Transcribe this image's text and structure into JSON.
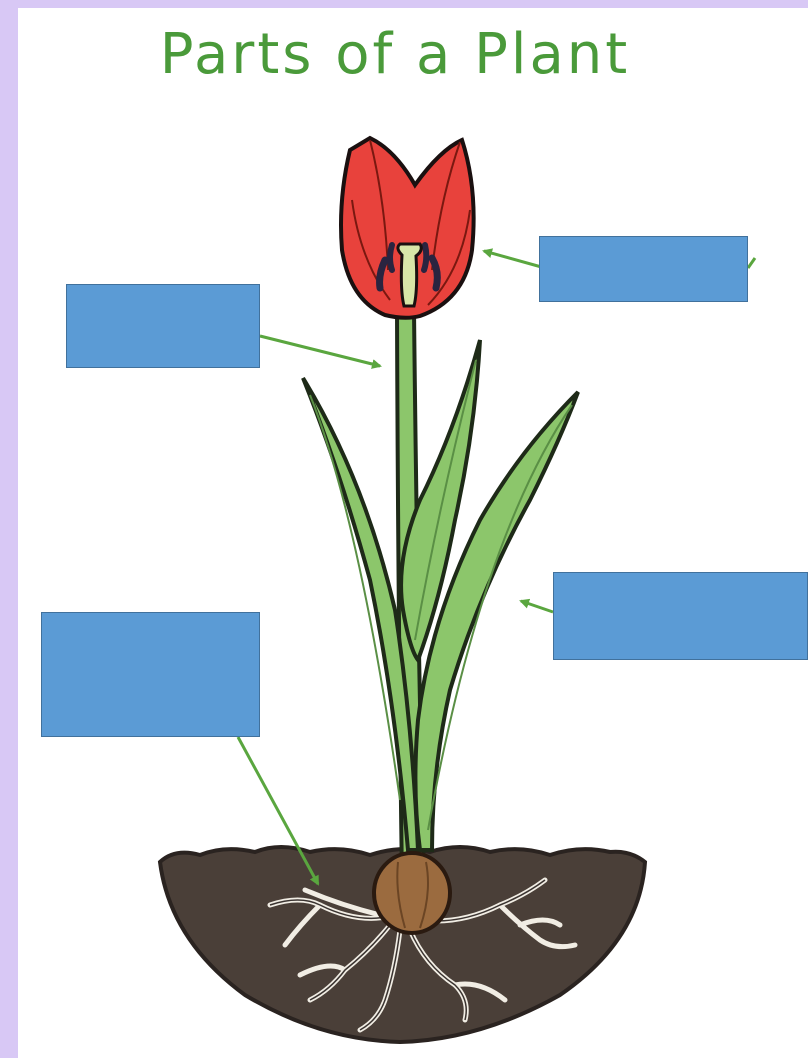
{
  "title": "Parts of a Plant",
  "label_boxes": [
    {
      "id": "flower",
      "text": ""
    },
    {
      "id": "stem",
      "text": ""
    },
    {
      "id": "leaf",
      "text": ""
    },
    {
      "id": "roots",
      "text": ""
    }
  ],
  "colors": {
    "background_frame": "#d8c8f5",
    "title_green": "#4a9a3a",
    "label_box_fill": "#5b9bd5",
    "label_box_border": "#41719c",
    "arrow_green": "#5aa63f",
    "petal_red": "#e8423c",
    "leaf_green": "#8cc66b",
    "soil_brown": "#4a3f38",
    "bulb_brown": "#9b6b3f"
  }
}
